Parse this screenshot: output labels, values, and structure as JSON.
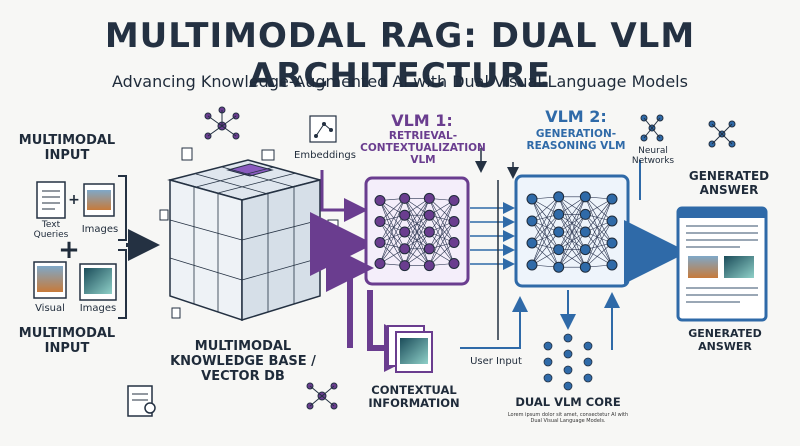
{
  "title": "MULTIMODAL RAG: DUAL VLM ARCHITECTURE",
  "subtitle": "Advancing Knowledge-Augmented AI with Dual Visual-Language Models",
  "input_top": {
    "label": "MULTIMODAL INPUT",
    "text_queries": "Text Queries",
    "images": "Images",
    "plus": "+"
  },
  "input_bottom": {
    "label": "MULTIMODAL INPUT",
    "visual": "Visual",
    "images": "Images",
    "plus": "+"
  },
  "knowledge_base": {
    "label": "MULTIMODAL KNOWLEDGE BASE / VECTOR DB"
  },
  "embeddings": "Embeddings",
  "vlm1": {
    "title": "VLM 1:",
    "subtitle": "RETRIEVAL-CONTEXTUALIZATION VLM"
  },
  "vlm2": {
    "title": "VLM 2:",
    "subtitle": "GENERATION-REASONING VLM"
  },
  "neural_networks": "Neural Networks",
  "user_input": "User Input",
  "contextual_info": "CONTEXTUAL INFORMATION",
  "dual_core": {
    "label": "DUAL VLM CORE",
    "caption": "Lorem ipsum dolor sit amet, consectetur AI with Dual Visual Language Models."
  },
  "answer_top": "GENERATED ANSWER",
  "answer_bottom": "GENERATED ANSWER",
  "colors": {
    "purple": "#6a3d8f",
    "blue": "#2f6aa8",
    "dark": "#243142"
  }
}
